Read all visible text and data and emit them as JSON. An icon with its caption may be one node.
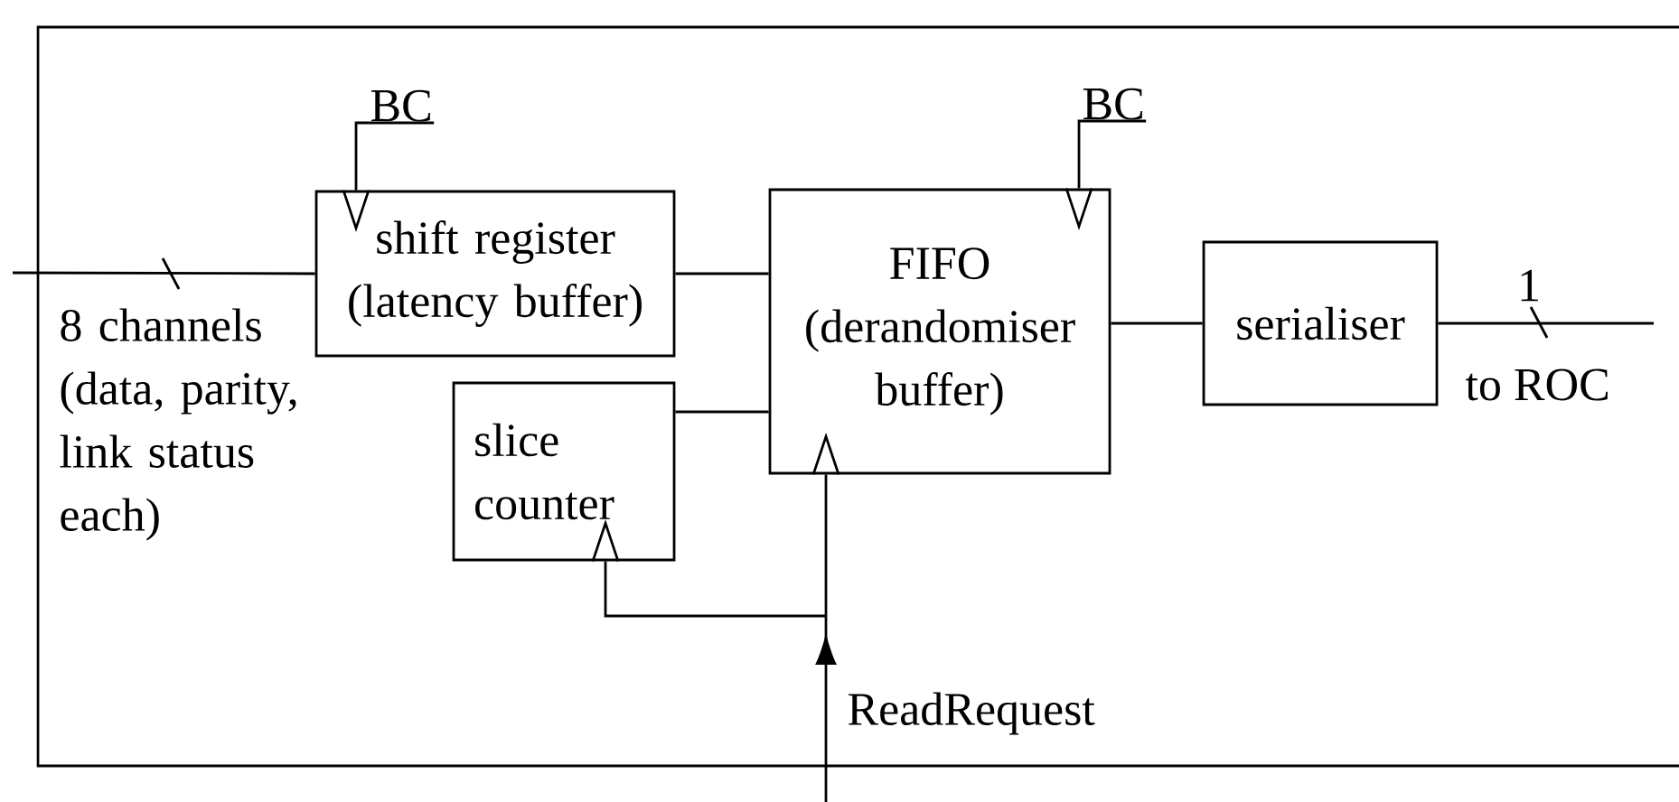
{
  "diagram": {
    "nodes": [
      {
        "text": [],
        "shape": "box"
      },
      {
        "text": [
          "shift register",
          "(latency buffer)"
        ],
        "in": 0
      },
      {
        "text": [
          "FIFO",
          "(derandomiser buffer)"
        ],
        "in": 0
      },
      {
        "text": [
          "slice counter"
        ],
        "in": 0
      },
      {
        "text": [
          "serialiser"
        ],
        "in": 0
      },
      {
        "text": [
          "BC"
        ],
        "in": 0
      },
      {
        "text": [
          "BC"
        ],
        "in": 0
      }
    ],
    "edges": [
      {
        "from": null,
        "to": 1,
        "arrow": "none",
        "label": "8 channels (data, parity, link status each)"
      },
      {
        "from": 1,
        "to": 2,
        "arrow": "none"
      },
      {
        "from": 3,
        "to": 2,
        "arrow": "none"
      },
      {
        "from": 2,
        "to": 4,
        "arrow": "none"
      },
      {
        "from": 4,
        "to": null,
        "arrow": "none",
        "label": "to ROC"
      },
      {
        "from": 5,
        "to": 1,
        "arrow": "to"
      },
      {
        "from": 6,
        "to": 2,
        "arrow": "to"
      },
      {
        "from": null,
        "to": 2,
        "arrow": "to",
        "label": "ReadRequest"
      },
      {
        "from": null,
        "to": 3,
        "arrow": "to"
      }
    ],
    "labels": [
      "1"
    ]
  }
}
